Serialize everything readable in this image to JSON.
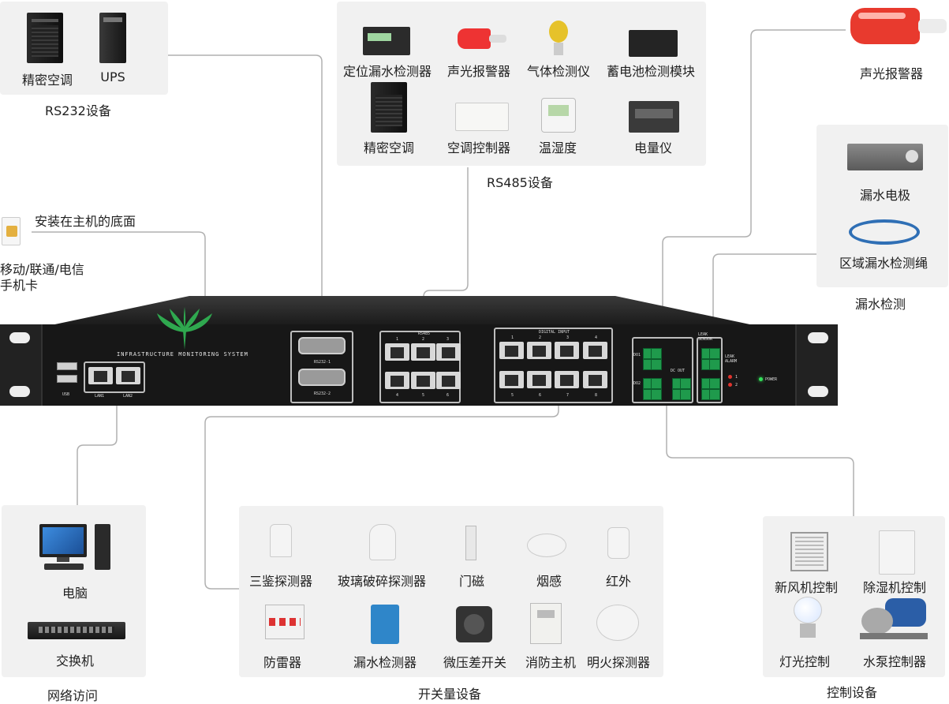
{
  "rs232": {
    "group_label": "RS232设备",
    "items": [
      "精密空调",
      "UPS"
    ]
  },
  "rs485": {
    "group_label": "RS485设备",
    "row1": [
      "定位漏水检测器",
      "声光报警器",
      "气体检测仪",
      "蓄电池检测模块"
    ],
    "row2": [
      "精密空调",
      "空调控制器",
      "温湿度",
      "电量仪"
    ]
  },
  "alarm_right": {
    "label": "声光报警器"
  },
  "leak": {
    "group_label": "漏水检测",
    "items": [
      "漏水电极",
      "区域漏水检测绳"
    ]
  },
  "sim": {
    "note": "安装在主机的底面",
    "label_line1": "移动/联通/电信",
    "label_line2": "手机卡"
  },
  "network": {
    "group_label": "网络访问",
    "items": [
      "电脑",
      "交换机"
    ]
  },
  "switch_io": {
    "group_label": "开关量设备",
    "row1": [
      "三鉴探测器",
      "玻璃破碎探测器",
      "门磁",
      "烟感",
      "红外"
    ],
    "row2": [
      "防雷器",
      "漏水检测器",
      "微压差开关",
      "消防主机",
      "明火探测器"
    ]
  },
  "control": {
    "group_label": "控制设备",
    "items": [
      "新风机控制",
      "除湿机控制",
      "灯光控制",
      "水泵控制器"
    ]
  },
  "device": {
    "brand": "INFRASTRUCTURE MONITORING SYSTEM",
    "usb": "USB",
    "lan1": "LAN1",
    "lan2": "LAN2",
    "rs232_1": "RS232-1",
    "rs232_2": "RS232-2",
    "rs485": "RS485",
    "digital_input": "DIGITAL INPUT",
    "leak_sensor": "LEAK SENSOR",
    "leak_alarm": "LEAK ALARM",
    "dc_out": "DC OUT",
    "do1": "DO1",
    "do2": "DO2",
    "power": "POWER",
    "rs485_ports_top": [
      "1",
      "2",
      "3"
    ],
    "rs485_ports_bottom": [
      "4",
      "5",
      "6"
    ],
    "di_ports_top": [
      "1",
      "2",
      "3",
      "4"
    ],
    "di_ports_bottom": [
      "5",
      "6",
      "7",
      "8"
    ],
    "alarm_nums": [
      "1",
      "2"
    ]
  },
  "colors": {
    "panel": "#f1f1f1",
    "wire": "#b0b0b0",
    "terminal": "#1f9a4c",
    "led_green": "#34e05a",
    "led_red": "#e0342e"
  }
}
